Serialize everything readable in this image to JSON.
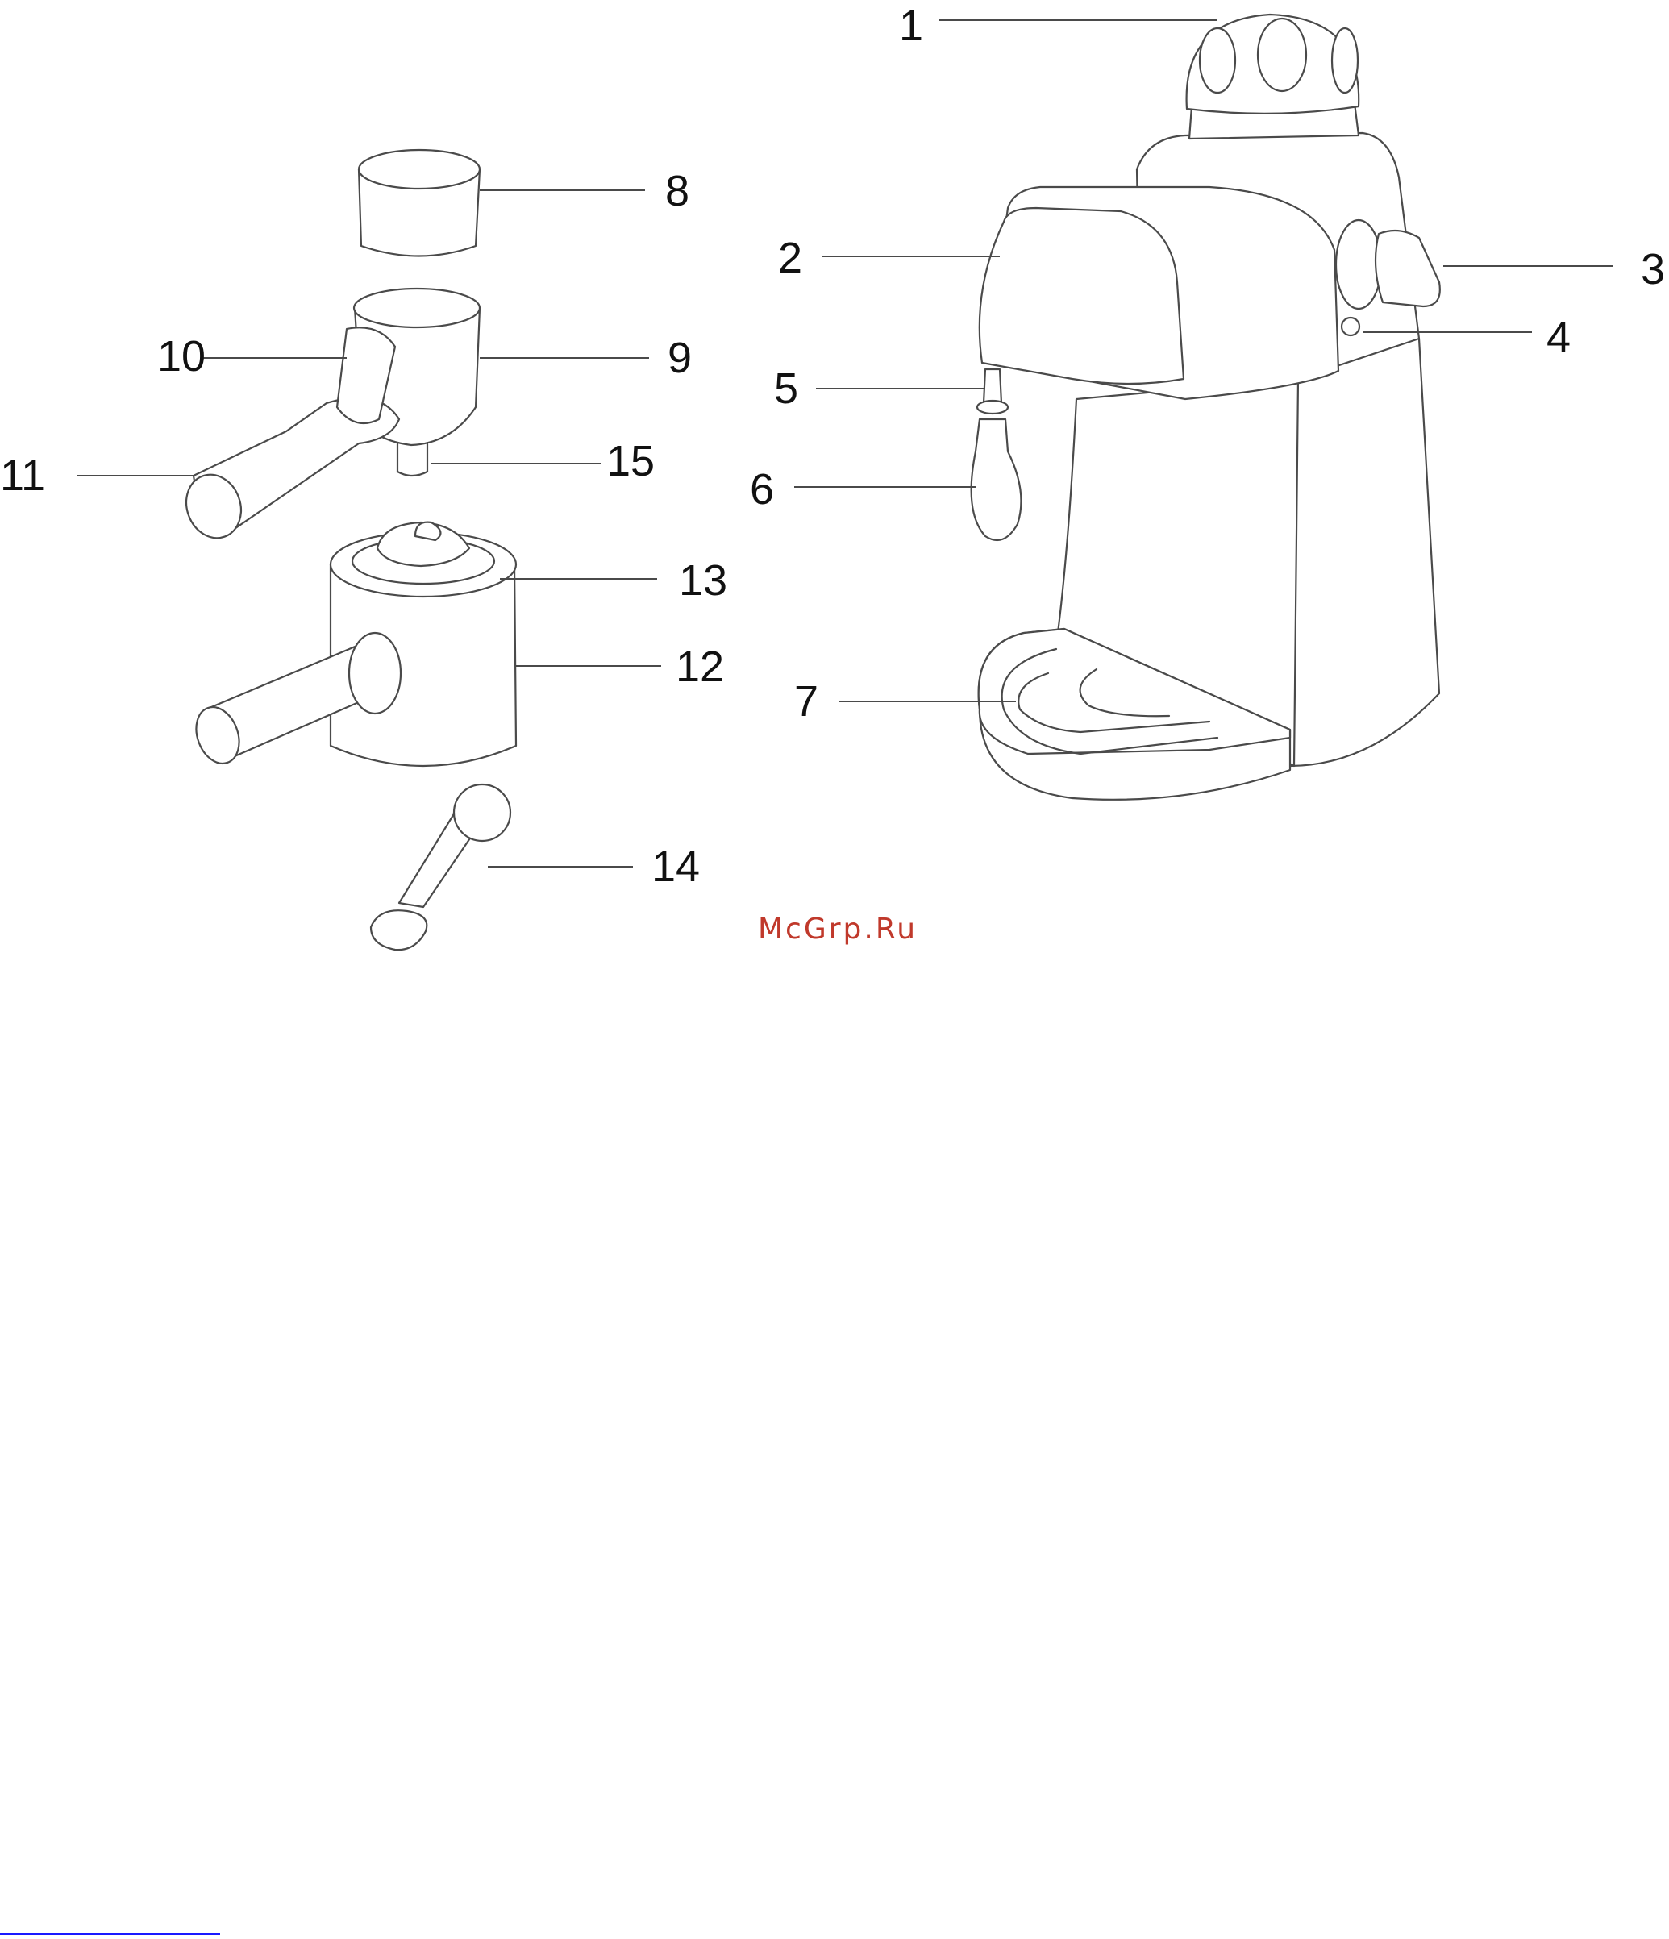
{
  "callouts": [
    {
      "id": 1,
      "label": "1"
    },
    {
      "id": 2,
      "label": "2"
    },
    {
      "id": 3,
      "label": "3"
    },
    {
      "id": 4,
      "label": "4"
    },
    {
      "id": 5,
      "label": "5"
    },
    {
      "id": 6,
      "label": "6"
    },
    {
      "id": 7,
      "label": "7"
    },
    {
      "id": 8,
      "label": "8"
    },
    {
      "id": 9,
      "label": "9"
    },
    {
      "id": 10,
      "label": "10"
    },
    {
      "id": 11,
      "label": "11"
    },
    {
      "id": 12,
      "label": "12"
    },
    {
      "id": 13,
      "label": "13"
    },
    {
      "id": 14,
      "label": "14"
    },
    {
      "id": 15,
      "label": "15"
    }
  ],
  "watermark": {
    "text": "McGrp.Ru",
    "color": "#c0392b"
  },
  "colors": {
    "line": "#4a4a4a",
    "label": "#111111",
    "footer_rule": "#1a1aff"
  }
}
